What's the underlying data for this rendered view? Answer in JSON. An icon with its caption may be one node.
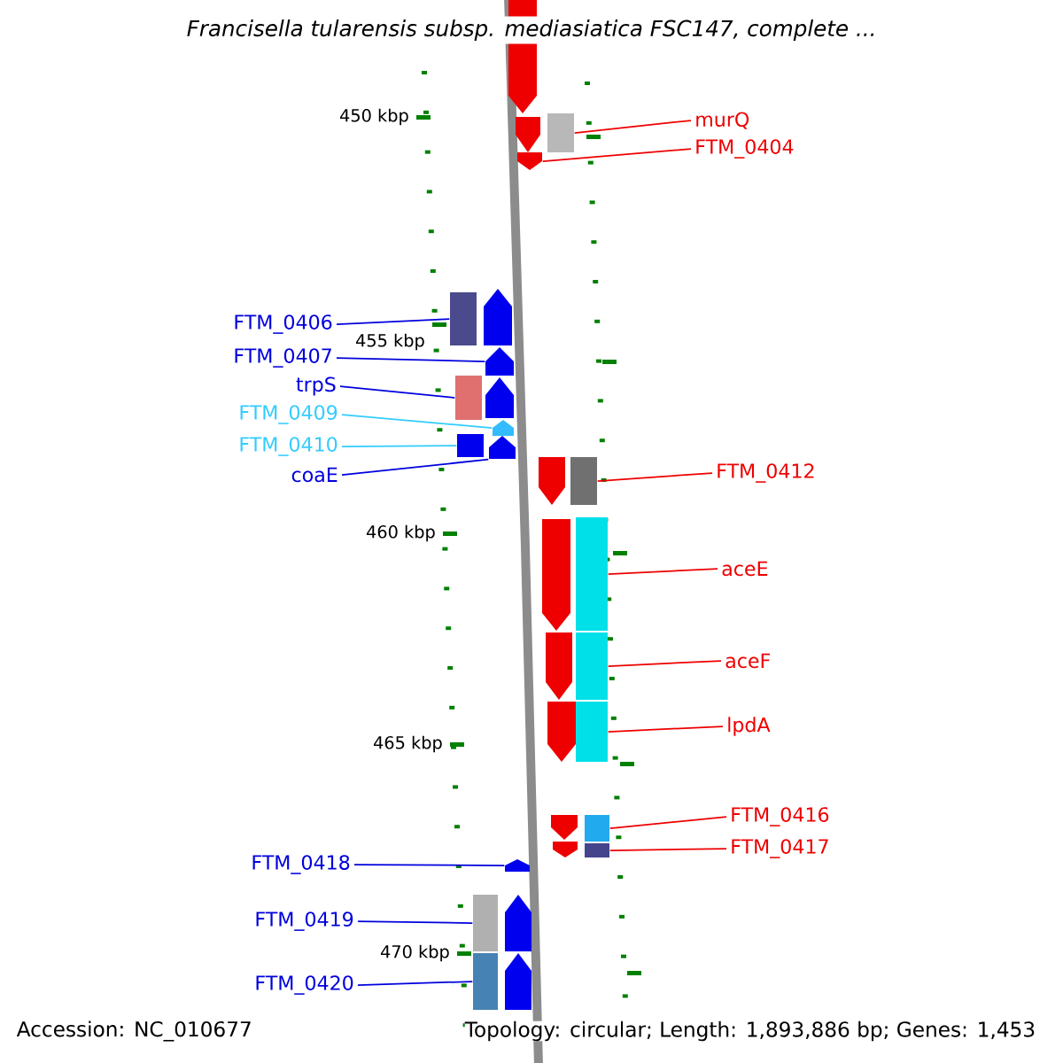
{
  "diagram": {
    "title": "Francisella tularensis subsp. mediasiatica FSC147, complete ...",
    "nodes": [
      {
        "text": [
          "murQ"
        ]
      },
      {
        "text": [
          "FTM_0404"
        ]
      },
      {
        "text": [
          "FTM_0406"
        ]
      },
      {
        "text": [
          "FTM_0407"
        ]
      },
      {
        "text": [
          "trpS"
        ]
      },
      {
        "text": [
          "FTM_0409"
        ]
      },
      {
        "text": [
          "FTM_0410"
        ]
      },
      {
        "text": [
          "coaE"
        ]
      },
      {
        "text": [
          "FTM_0412"
        ]
      },
      {
        "text": [
          "aceE"
        ]
      },
      {
        "text": [
          "aceF"
        ]
      },
      {
        "text": [
          "lpdA"
        ]
      },
      {
        "text": [
          "FTM_0416"
        ]
      },
      {
        "text": [
          "FTM_0417"
        ]
      },
      {
        "text": [
          "FTM_0418"
        ]
      },
      {
        "text": [
          "FTM_0419"
        ]
      },
      {
        "text": [
          "FTM_0420"
        ]
      },
      {
        "text": [],
        "shape": "pentagon"
      },
      {
        "text": [],
        "shape": "box"
      },
      {
        "text": [],
        "shape": "pentagon"
      },
      {
        "text": [],
        "shape": "pentagon"
      },
      {
        "text": [],
        "shape": "pentagon"
      },
      {
        "text": [],
        "shape": "box"
      },
      {
        "text": [],
        "shape": "pentagon"
      },
      {
        "text": [],
        "shape": "box"
      },
      {
        "text": [],
        "shape": "pentagon"
      },
      {
        "text": [],
        "shape": "pentagon"
      },
      {
        "text": [],
        "shape": "box"
      },
      {
        "text": [],
        "shape": "pentagon"
      },
      {
        "text": [],
        "shape": "pentagon"
      },
      {
        "text": [],
        "shape": "box"
      },
      {
        "text": [],
        "shape": "box"
      },
      {
        "text": [],
        "shape": "pentagon"
      },
      {
        "text": [],
        "shape": "pentagon"
      },
      {
        "text": [],
        "shape": "box"
      },
      {
        "text": [],
        "shape": "pentagon"
      },
      {
        "text": [],
        "shape": "box"
      },
      {
        "text": [],
        "shape": "pentagon"
      },
      {
        "text": [],
        "shape": "box"
      },
      {
        "text": [],
        "shape": "pentagon"
      },
      {
        "text": [],
        "shape": "box"
      },
      {
        "text": [],
        "shape": "pentagon"
      },
      {
        "text": [],
        "shape": "box"
      },
      {
        "text": [],
        "shape": "pentagon"
      },
      {
        "text": [],
        "shape": "box"
      },
      {
        "text": [],
        "shape": "pentagon"
      }
    ],
    "edges": [
      {
        "from": 0,
        "to": 18,
        "arrow": "none"
      },
      {
        "from": 1,
        "to": 20,
        "arrow": "none"
      },
      {
        "from": 2,
        "to": 22,
        "arrow": "none",
        "color": "#0000dd"
      },
      {
        "from": 3,
        "to": 23,
        "arrow": "none",
        "color": "#0000dd"
      },
      {
        "from": 4,
        "to": 24,
        "arrow": "none",
        "color": "#0000dd"
      },
      {
        "from": 5,
        "to": 26,
        "arrow": "none",
        "color": "#33ccff"
      },
      {
        "from": 6,
        "to": 27,
        "arrow": "none",
        "color": "#33ccff"
      },
      {
        "from": 7,
        "to": 28,
        "arrow": "none",
        "color": "#0000dd"
      },
      {
        "from": 8,
        "to": 30,
        "arrow": "none"
      },
      {
        "from": 9,
        "to": 31,
        "arrow": "none"
      },
      {
        "from": 10,
        "to": 34,
        "arrow": "none"
      },
      {
        "from": 11,
        "to": 36,
        "arrow": "none"
      },
      {
        "from": 12,
        "to": 38,
        "arrow": "none"
      },
      {
        "from": 13,
        "to": 40,
        "arrow": "none"
      },
      {
        "from": 14,
        "to": 41,
        "arrow": "none",
        "color": "#0000dd"
      },
      {
        "from": 15,
        "to": 42,
        "arrow": "none",
        "color": "#0000dd"
      },
      {
        "from": 16,
        "to": 44,
        "arrow": "none",
        "color": "#0000dd"
      }
    ],
    "labels": [
      "450 kbp",
      "455 kbp",
      "460 kbp",
      "465 kbp",
      "470 kbp",
      "Accession: NC_010677",
      "Topology: circular; Length: 1,893,886 bp; Genes: 1,453"
    ]
  }
}
